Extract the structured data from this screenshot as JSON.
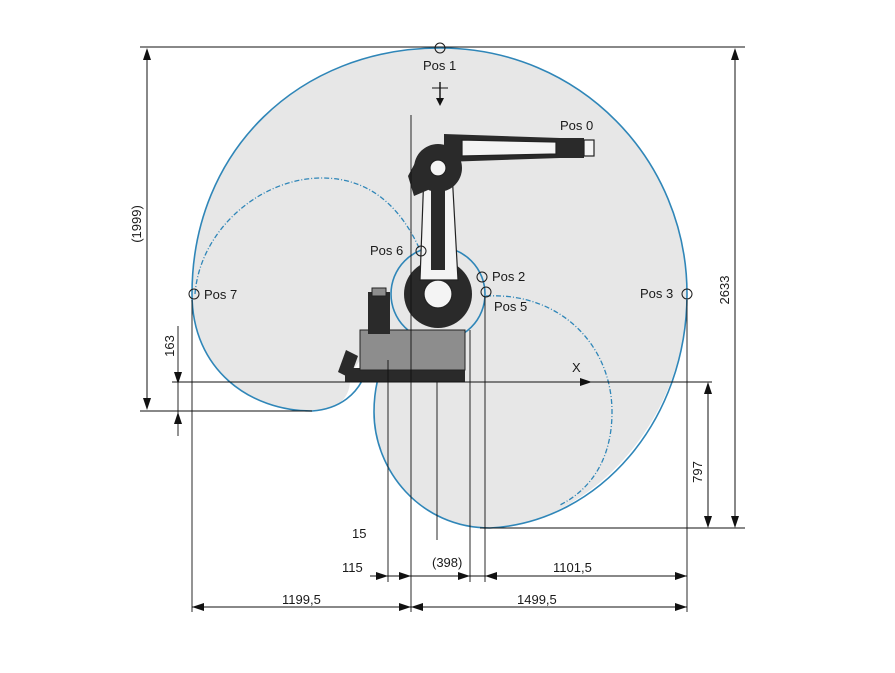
{
  "colors": {
    "envelope_fill": "#e7e7e7",
    "envelope_stroke": "#2f86b8",
    "dimension_line": "#111111",
    "robot_dark": "#2a2a2a"
  },
  "positions": {
    "pos0": "Pos 0",
    "pos1": "Pos 1",
    "pos2": "Pos 2",
    "pos3": "Pos 3",
    "pos5": "Pos 5",
    "pos6": "Pos 6",
    "pos7": "Pos 7"
  },
  "axis": {
    "x_label": "X"
  },
  "dimensions": {
    "left_vertical": "(1999)",
    "left_small_vertical": "163",
    "right_tall_vertical": "2633",
    "right_short_vertical": "797",
    "bottom_small": "15",
    "offset_left": "115",
    "offset_center": "(398)",
    "reach_right_short": "1101,5",
    "reach_left": "1199,5",
    "reach_right": "1499,5"
  },
  "icons": {
    "wrist_arrow": "down-arrow-icon",
    "robot": "industrial-robot-icon"
  }
}
